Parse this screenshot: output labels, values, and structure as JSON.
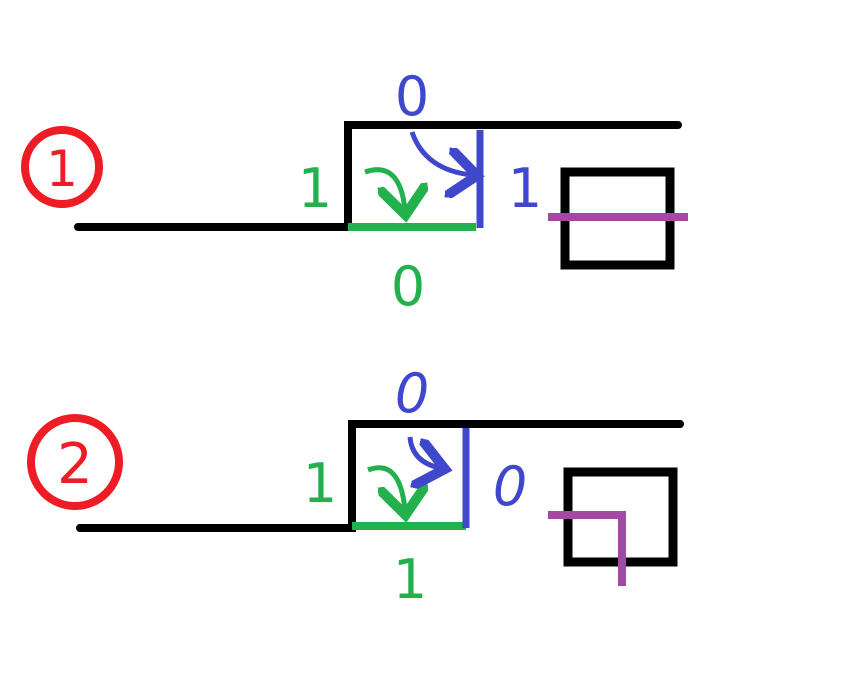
{
  "colors": {
    "black": "#000000",
    "red": "#ee1c24",
    "green": "#22b14c",
    "blue": "#3f48cc",
    "purple": "#a349a4"
  },
  "diagram1": {
    "step_label": "1",
    "top_label": "0",
    "left_label": "1",
    "right_label": "1",
    "bottom_label": "0"
  },
  "diagram2": {
    "step_label": "2",
    "top_label": "0",
    "left_label": "1",
    "right_label": "0",
    "bottom_label": "1"
  }
}
